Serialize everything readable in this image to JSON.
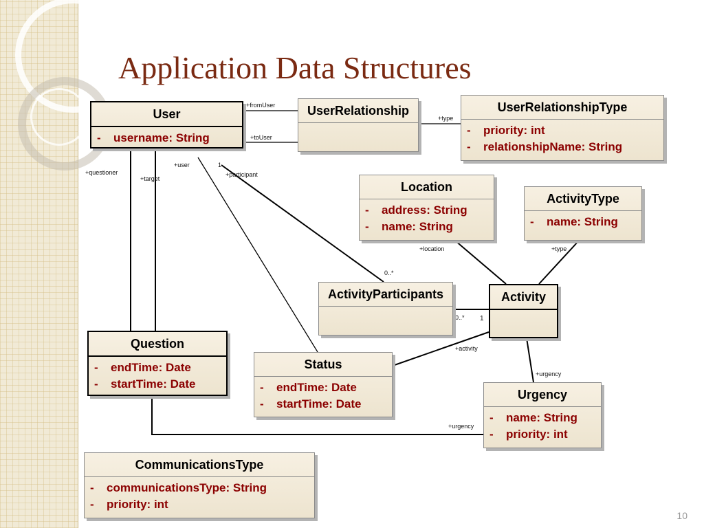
{
  "slide": {
    "title": "Application Data Structures",
    "page_number": "10"
  },
  "classes": {
    "user": {
      "name": "User",
      "attrs": [
        {
          "dash": "-",
          "text": "username:  String"
        }
      ]
    },
    "user_relationship": {
      "name": "UserRelationship",
      "attrs": []
    },
    "user_relationship_type": {
      "name": "UserRelationshipType",
      "attrs": [
        {
          "dash": "-",
          "text": "priority:  int"
        },
        {
          "dash": "-",
          "text": "relationshipName:  String"
        }
      ]
    },
    "location": {
      "name": "Location",
      "attrs": [
        {
          "dash": "-",
          "text": "address:  String"
        },
        {
          "dash": "-",
          "text": "name:  String"
        }
      ]
    },
    "activity_type": {
      "name": "ActivityType",
      "attrs": [
        {
          "dash": "-",
          "text": "name:  String"
        }
      ]
    },
    "activity_participants": {
      "name": "ActivityParticipants",
      "attrs": []
    },
    "activity": {
      "name": "Activity",
      "attrs": []
    },
    "question": {
      "name": "Question",
      "attrs": [
        {
          "dash": "-",
          "text": "endTime:  Date"
        },
        {
          "dash": "-",
          "text": "startTime:  Date"
        }
      ]
    },
    "status": {
      "name": "Status",
      "attrs": [
        {
          "dash": "-",
          "text": "endTime:  Date"
        },
        {
          "dash": "-",
          "text": "startTime:  Date"
        }
      ]
    },
    "urgency": {
      "name": "Urgency",
      "attrs": [
        {
          "dash": "-",
          "text": "name:  String"
        },
        {
          "dash": "-",
          "text": "priority:  int"
        }
      ]
    },
    "communications_type": {
      "name": "CommunicationsType",
      "attrs": [
        {
          "dash": "-",
          "text": "communicationsType:  String"
        },
        {
          "dash": "-",
          "text": "priority:  int"
        }
      ]
    }
  },
  "labels": {
    "from_user": "+fromUser",
    "to_user": "+toUser",
    "type1": "+type",
    "questioner": "+questioner",
    "target": "+target",
    "user": "+user",
    "one_user": "1",
    "participant": "+participant",
    "location": "+location",
    "type2": "+type",
    "zero_many_participant": "0..*",
    "zero_many_activity": "0..*",
    "one_activity": "1",
    "activity": "+activity",
    "urgency1": "+urgency",
    "urgency2": "+urgency"
  },
  "colors": {
    "title": "#7a2a12",
    "attribute": "#8b0000",
    "class_fill": "#f3ebda",
    "sidebar": "#f1ead6"
  }
}
